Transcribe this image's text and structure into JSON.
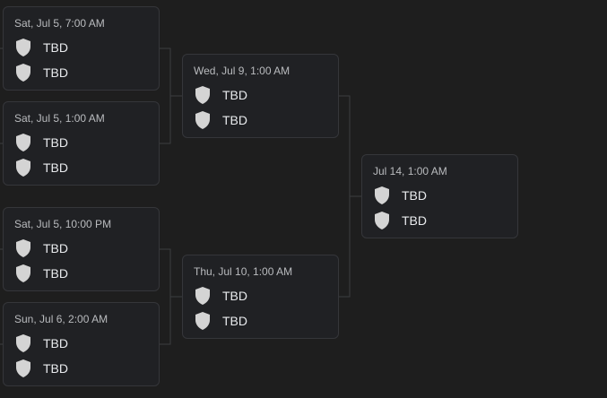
{
  "bracket": {
    "round1": [
      {
        "date": "Sat, Jul 5, 7:00 AM",
        "team1": "TBD",
        "team2": "TBD"
      },
      {
        "date": "Sat, Jul 5, 1:00 AM",
        "team1": "TBD",
        "team2": "TBD"
      },
      {
        "date": "Sat, Jul 5, 10:00 PM",
        "team1": "TBD",
        "team2": "TBD"
      },
      {
        "date": "Sun, Jul 6, 2:00 AM",
        "team1": "TBD",
        "team2": "TBD"
      }
    ],
    "round2": [
      {
        "date": "Wed, Jul 9, 1:00 AM",
        "team1": "TBD",
        "team2": "TBD"
      },
      {
        "date": "Thu, Jul 10, 1:00 AM",
        "team1": "TBD",
        "team2": "TBD"
      }
    ],
    "final": {
      "date": "Jul 14, 1:00 AM",
      "team1": "TBD",
      "team2": "TBD"
    }
  },
  "icons": {
    "team_placeholder": "shield-icon"
  },
  "colors": {
    "background": "#1e1e1e",
    "card": "#202124",
    "card_border": "#35363a",
    "text": "#e8eaed",
    "date_text": "#b9bbbe",
    "shield": "#d4d4d4",
    "connector": "#3c3d40"
  }
}
